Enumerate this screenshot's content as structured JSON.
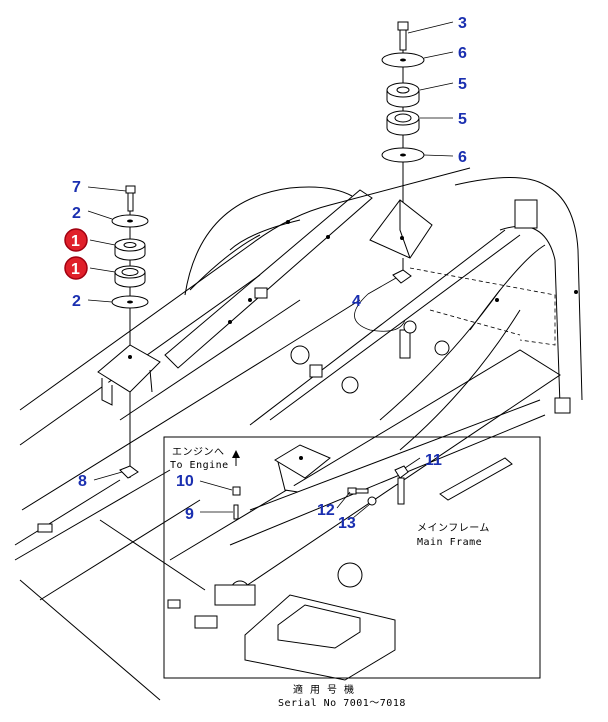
{
  "callouts": [
    {
      "id": "c3",
      "label": "3",
      "style": "blue"
    },
    {
      "id": "c6a",
      "label": "6",
      "style": "blue"
    },
    {
      "id": "c5a",
      "label": "5",
      "style": "blue"
    },
    {
      "id": "c5b",
      "label": "5",
      "style": "blue"
    },
    {
      "id": "c6b",
      "label": "6",
      "style": "blue"
    },
    {
      "id": "c7",
      "label": "7",
      "style": "blue"
    },
    {
      "id": "c2a",
      "label": "2",
      "style": "blue"
    },
    {
      "id": "c1a",
      "label": "1",
      "style": "red-circle"
    },
    {
      "id": "c1b",
      "label": "1",
      "style": "red-circle"
    },
    {
      "id": "c2b",
      "label": "2",
      "style": "blue"
    },
    {
      "id": "c4",
      "label": "4",
      "style": "blue"
    },
    {
      "id": "c8",
      "label": "8",
      "style": "blue"
    },
    {
      "id": "c10",
      "label": "10",
      "style": "blue"
    },
    {
      "id": "c9",
      "label": "9",
      "style": "blue"
    },
    {
      "id": "c11",
      "label": "11",
      "style": "blue"
    },
    {
      "id": "c12",
      "label": "12",
      "style": "blue"
    },
    {
      "id": "c13",
      "label": "13",
      "style": "blue"
    }
  ],
  "notes": {
    "to_engine_jp": "エンジンへ",
    "to_engine_en": "To Engine",
    "main_frame_jp": "メインフレーム",
    "main_frame_en": "Main Frame",
    "serial_jp": "適 用 号 機",
    "serial_en": "Serial No 7001～7018"
  },
  "colors": {
    "callout_text": "#1a2fb0",
    "highlight_circle": "#e0202a",
    "line": "#000000"
  }
}
